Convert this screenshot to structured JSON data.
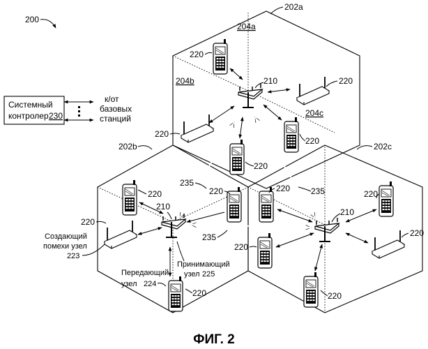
{
  "figure_number_label": "200",
  "figure_caption": "ФИГ. 2",
  "system_controller": {
    "line1": "Системный",
    "line2": "контролер",
    "ref": "230",
    "link_text_line1": "к/от",
    "link_text_line2": "базовых",
    "link_text_line3": "станций"
  },
  "cells": {
    "top": "202a",
    "left": "202b",
    "right": "202c"
  },
  "sectors": {
    "a": "204a",
    "b": "204b",
    "c": "204c"
  },
  "refs": {
    "base_station": "210",
    "terminal": "220",
    "backhaul": "235"
  },
  "labels": {
    "interfering_node_1": "Создающий",
    "interfering_node_2": "помехи узел",
    "interfering_node_ref": "223",
    "transmitting_node_1": "Передающий",
    "transmitting_node_2": "узел",
    "transmitting_node_ref": "224",
    "receiving_node_1": "Принимающий",
    "receiving_node_2": "узел",
    "receiving_node_ref": "225"
  }
}
